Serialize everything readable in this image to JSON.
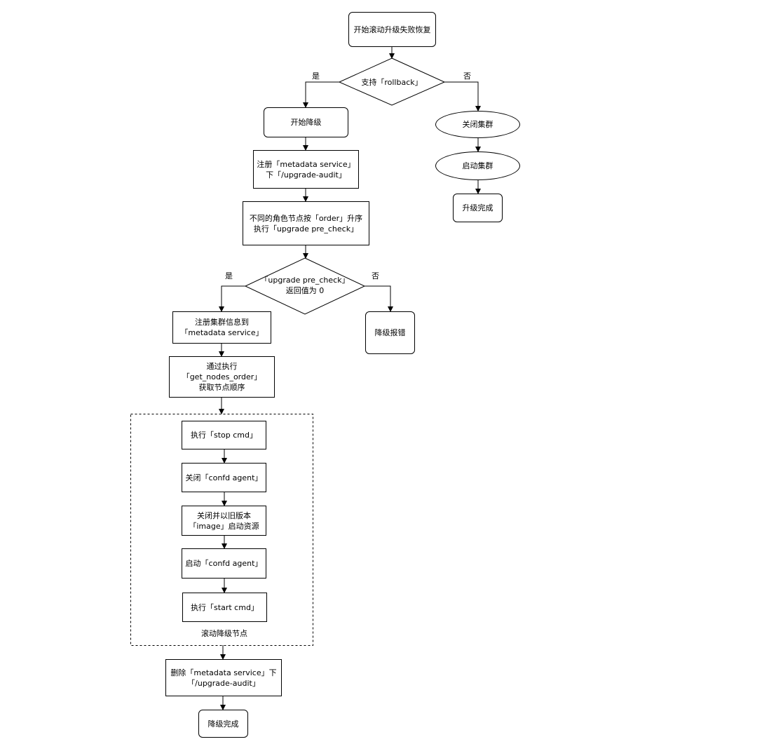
{
  "nodes": {
    "start": "开始滚动升级失败恢复",
    "support_rollback": "支持「rollback」",
    "start_downgrade": "开始降级",
    "register_audit": "注册「metadata service」\n下「/upgrade-audit」",
    "pre_check": "不同的角色节点按「order」升序\n执行「upgrade pre_check」",
    "pre_check_result": "「upgrade pre_check」\n返回值为 0",
    "register_cluster": "注册集群信息到\n「metadata service」",
    "get_order": "通过执行\n「get_nodes_order」\n获取节点顺序",
    "stop_cmd": "执行「stop cmd」",
    "stop_agent": "关闭「confd agent」",
    "restart_image": "关闭并以旧版本\n「image」启动资源",
    "start_agent": "启动「confd agent」",
    "start_cmd": "执行「start cmd」",
    "rolling_group": "滚动降级节点",
    "delete_audit": "删除「metadata service」下\n「/upgrade-audit」",
    "downgrade_done": "降级完成",
    "downgrade_error": "降级报错",
    "close_cluster": "关闭集群",
    "start_cluster": "启动集群",
    "upgrade_done": "升级完成"
  },
  "edge_labels": {
    "rollback_yes": "是",
    "rollback_no": "否",
    "precheck_yes": "是",
    "precheck_no": "否"
  }
}
